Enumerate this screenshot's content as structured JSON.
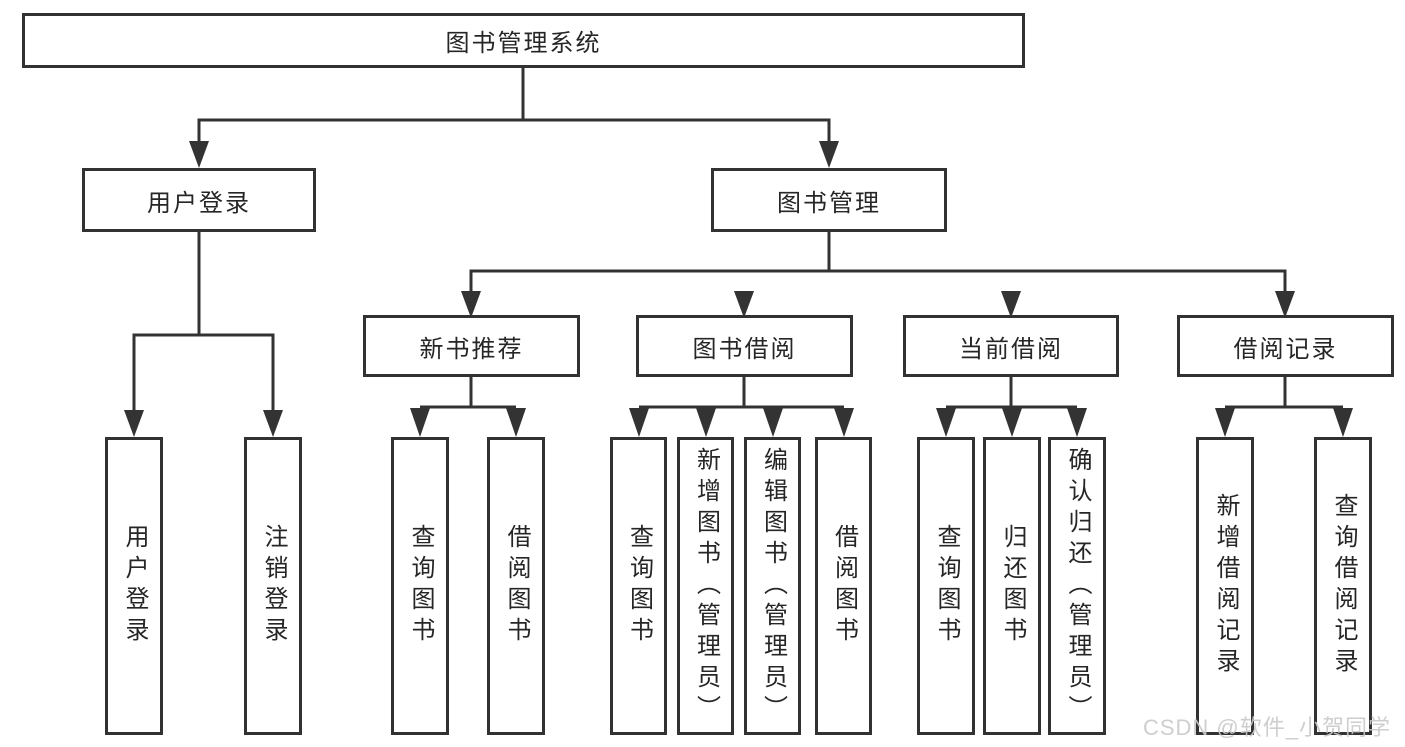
{
  "diagram": {
    "title": "图书管理系统",
    "tree": {
      "root": {
        "label": "图书管理系统",
        "children": [
          {
            "label": "用户登录",
            "children": [
              {
                "label": "用户登录"
              },
              {
                "label": "注销登录"
              }
            ]
          },
          {
            "label": "图书管理",
            "children": [
              {
                "label": "新书推荐",
                "children": [
                  {
                    "label": "查询图书"
                  },
                  {
                    "label": "借阅图书"
                  }
                ]
              },
              {
                "label": "图书借阅",
                "children": [
                  {
                    "label": "查询图书"
                  },
                  {
                    "label": "新增图书（管理员）"
                  },
                  {
                    "label": "编辑图书（管理员）"
                  },
                  {
                    "label": "借阅图书"
                  }
                ]
              },
              {
                "label": "当前借阅",
                "children": [
                  {
                    "label": "查询图书"
                  },
                  {
                    "label": "归还图书"
                  },
                  {
                    "label": "确认归还（管理员）"
                  }
                ]
              },
              {
                "label": "借阅记录",
                "children": [
                  {
                    "label": "新增借阅记录"
                  },
                  {
                    "label": "查询借阅记录"
                  }
                ]
              }
            ]
          }
        ]
      }
    },
    "colors": {
      "line": "#333333",
      "border": "#323232",
      "text": "#262626",
      "watermark": "#c9c9c9",
      "background": "#ffffff"
    }
  },
  "watermark": {
    "text": "CSDN @软件_小贺同学"
  }
}
